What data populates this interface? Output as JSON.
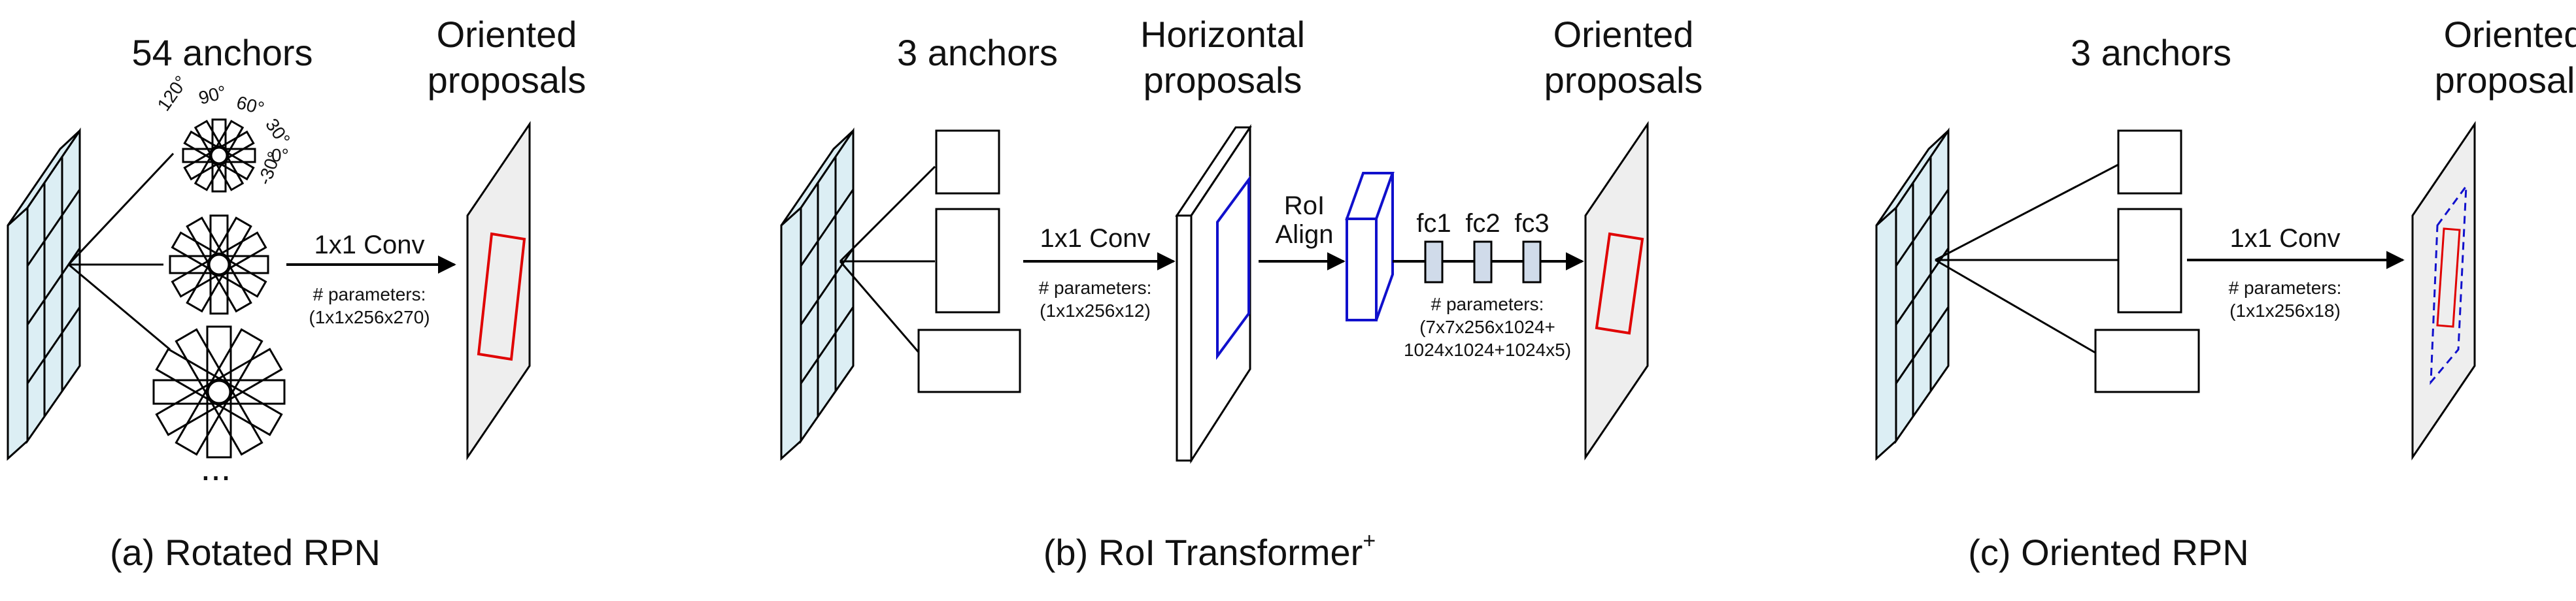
{
  "panels": {
    "a": {
      "caption": "(a) Rotated RPN",
      "anchors_title": "54 anchors",
      "output_title_1": "Oriented",
      "output_title_2": "proposals",
      "angles": [
        "120°",
        "90°",
        "60°",
        "30°",
        "0°",
        "-30°"
      ],
      "conv_label": "1x1 Conv",
      "params_1": "# parameters:",
      "params_2": "(1x1x256x270)",
      "more": "..."
    },
    "b": {
      "caption_main": "(b) RoI Transformer",
      "caption_sup": "+",
      "anchors_title": "3 anchors",
      "mid_title_1": "Horizontal",
      "mid_title_2": "proposals",
      "output_title_1": "Oriented",
      "output_title_2": "proposals",
      "conv_label": "1x1 Conv",
      "conv_params_1": "# parameters:",
      "conv_params_2": "(1x1x256x12)",
      "roi_1": "RoI",
      "roi_2": "Align",
      "fc": [
        "fc1",
        "fc2",
        "fc3"
      ],
      "fc_params_1": "# parameters:",
      "fc_params_2": "(7x7x256x1024+",
      "fc_params_3": "1024x1024+1024x5)"
    },
    "c": {
      "caption": "(c) Oriented RPN",
      "anchors_title": "3 anchors",
      "output_title_1": "Oriented",
      "output_title_2": "proposals",
      "conv_label": "1x1 Conv",
      "params_1": "# parameters:",
      "params_2": "(1x1x256x18)"
    }
  },
  "colors": {
    "feature_map": "#dceef4",
    "plane": "#eeeeee",
    "oriented_box": "#e00000",
    "horizontal_box": "#1010cc",
    "fc_block": "#d0dbea"
  }
}
